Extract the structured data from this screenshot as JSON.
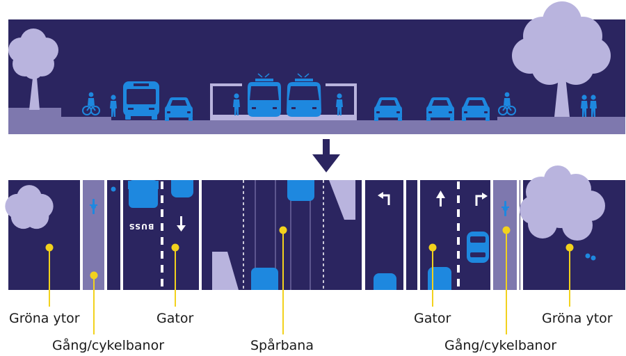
{
  "colors": {
    "background": "#2b2560",
    "ground": "#7e78ae",
    "light": "#b9b4de",
    "vehicle": "#1e88df",
    "marker": "#f2d21d",
    "arrow": "#2b2560"
  },
  "plan": {
    "bus_lane_text": "BUSS"
  },
  "labels": {
    "left_green": "Gröna ytor",
    "left_path": "Gång/cykelbanor",
    "left_street": "Gator",
    "tram": "Spårbana",
    "right_street": "Gator",
    "right_path": "Gång/cykelbanor",
    "right_green": "Gröna ytor"
  }
}
